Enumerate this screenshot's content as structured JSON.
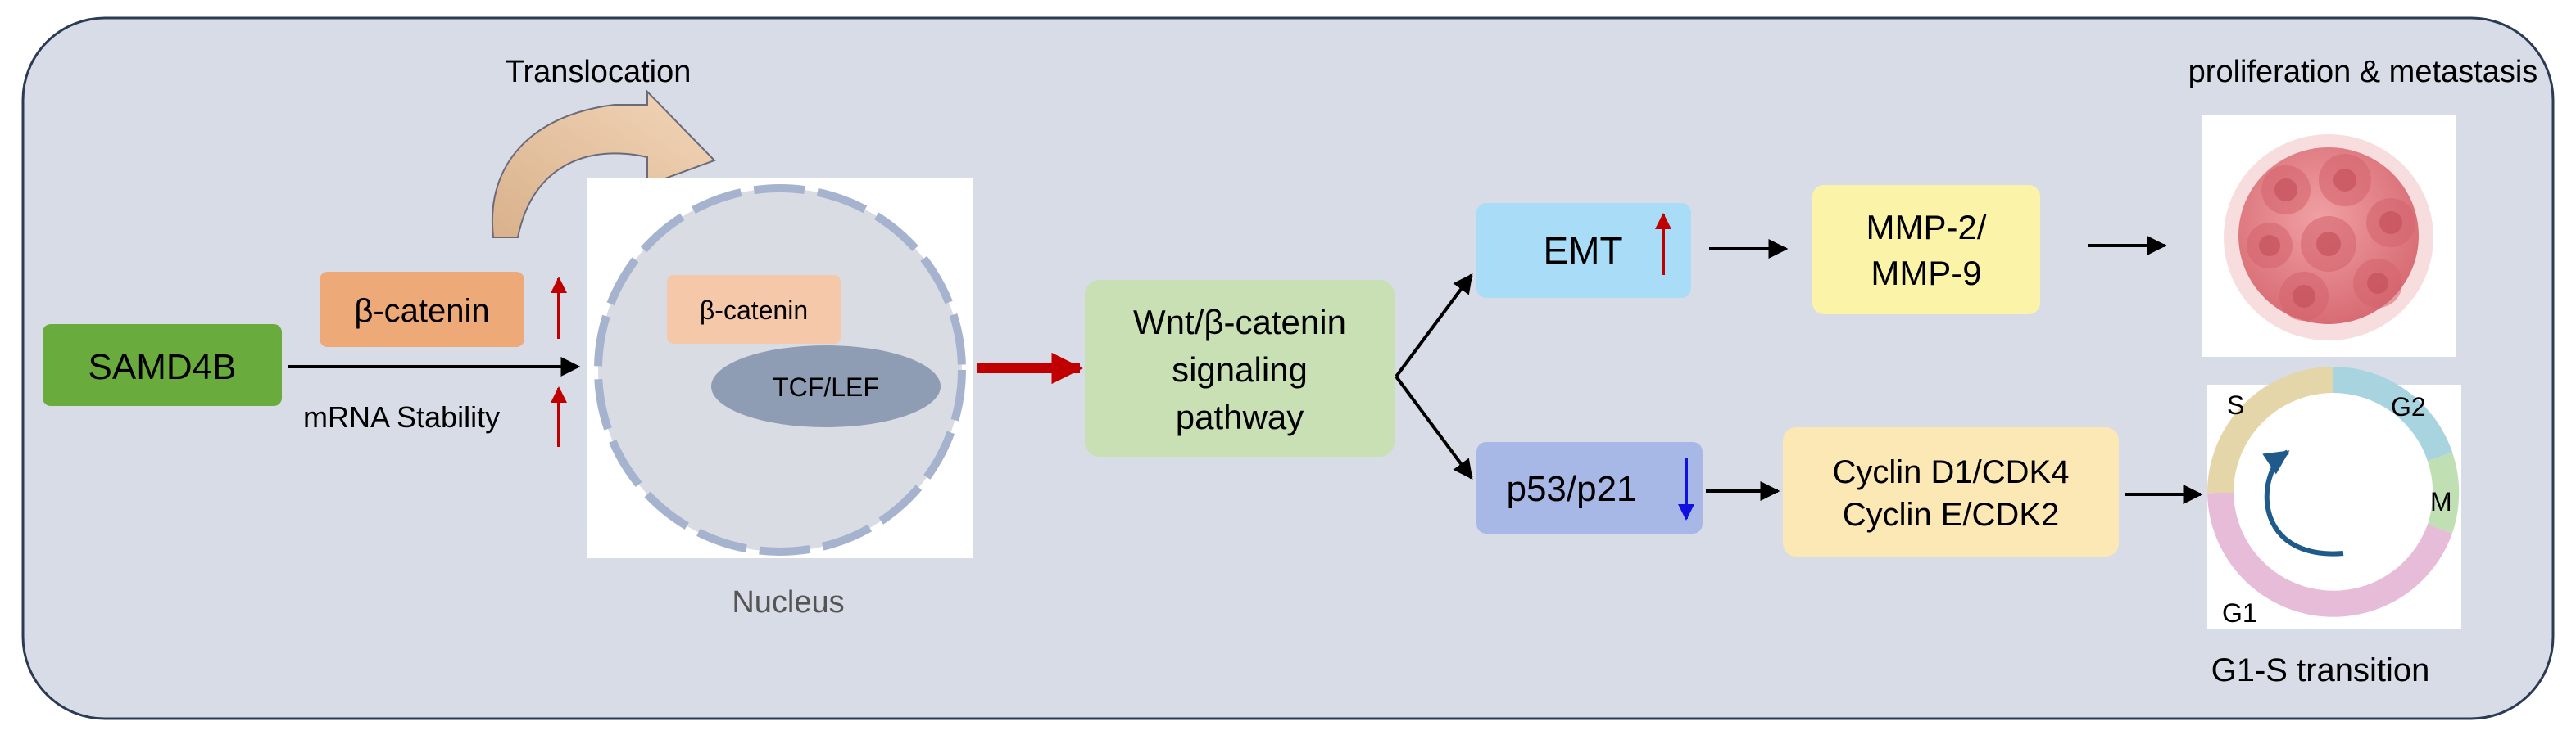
{
  "labels": {
    "samd4b": "SAMD4B",
    "beta_catenin": "β-catenin",
    "mrna_stability": "mRNA Stability",
    "translocation": "Translocation",
    "nucleus_beta_catenin": "β-catenin",
    "tcf_lef": "TCF/LEF",
    "nucleus": "Nucleus",
    "wnt_line1": "Wnt/β-catenin",
    "wnt_line2": "signaling",
    "wnt_line3": "pathway",
    "emt": "EMT",
    "mmp_line1": "MMP-2/",
    "mmp_line2": "MMP-9",
    "proliferation": "proliferation & metastasis",
    "p53": "p53/p21",
    "cyclin_line1": "Cyclin D1/CDK4",
    "cyclin_line2": "Cyclin E/CDK2",
    "g1s": "G1-S transition",
    "phase_s": "S",
    "phase_g2": "G2",
    "phase_m": "M",
    "phase_g1": "G1"
  },
  "colors": {
    "panel_bg": "#d8dce6",
    "panel_border": "#2b3a55",
    "samd4b": "#6aab3e",
    "beta_catenin": "#eda977",
    "nucleus_beta_catenin": "#f4c8a8",
    "tcf_lef": "#8e9cb4",
    "wnt": "#c8e0b4",
    "emt": "#a9ddf7",
    "mmp": "#fbf4a8",
    "p53": "#a8b8e6",
    "cyclin": "#fbe8b4",
    "up_arrow": "#c00000",
    "down_arrow": "#1010e0",
    "main_arrow": "#c00000",
    "cell": "#e8878c",
    "phase_s": "#e4d6a8",
    "phase_g2": "#a8d4e0",
    "phase_m": "#c0e0b4",
    "phase_g1": "#e6bcd8"
  }
}
